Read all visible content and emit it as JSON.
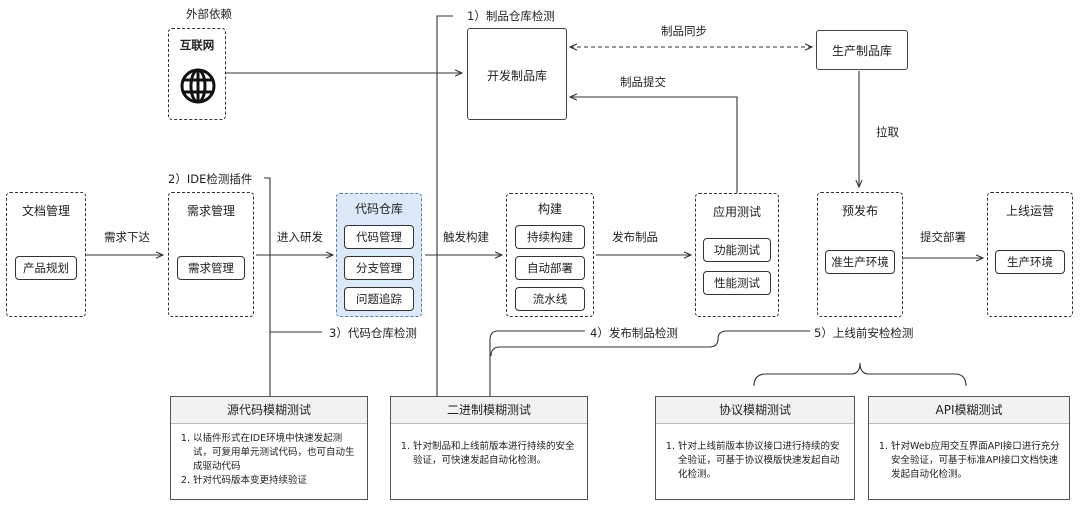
{
  "external": {
    "caption": "外部依赖",
    "title": "互联网",
    "icon": "globe-icon"
  },
  "dev_repo": {
    "title": "开发制品库"
  },
  "prod_repo": {
    "title": "生产制品库"
  },
  "docs": {
    "title": "文档管理",
    "item": "产品规划"
  },
  "requirements": {
    "title": "需求管理",
    "item": "需求管理"
  },
  "code_repo": {
    "title": "代码仓库",
    "items": [
      "代码管理",
      "分支管理",
      "问题追踪"
    ]
  },
  "build": {
    "title": "构建",
    "items": [
      "持续构建",
      "自动部署",
      "流水线"
    ]
  },
  "app_test": {
    "title": "应用测试",
    "items": [
      "功能测试",
      "性能测试"
    ]
  },
  "prerelease": {
    "title": "预发布",
    "item": "准生产环境"
  },
  "operations": {
    "title": "上线运营",
    "item": "生产环境"
  },
  "arrows": {
    "req_down": "需求下达",
    "enter_dev": "进入研发",
    "trigger_build": "触发构建",
    "publish": "发布制品",
    "submit_deploy": "提交部署",
    "artifact_sync": "制品同步",
    "artifact_submit": "制品提交",
    "pull": "拉取"
  },
  "checkpoints": {
    "c1": "1）制品仓库检测",
    "c2": "2）IDE检测插件",
    "c3": "3）代码仓库检测",
    "c4": "4）发布制品检测",
    "c5": "5）上线前安检检测"
  },
  "panels": [
    {
      "title": "源代码模糊测试",
      "items": [
        "以插件形式在IDE环境中快速发起测试，可复用单元测试代码，也可自动生成驱动代码",
        "针对代码版本变更持续验证"
      ]
    },
    {
      "title": "二进制模糊测试",
      "items": [
        "针对制品和上线前版本进行持续的安全验证，可快速发起自动化检测。"
      ]
    },
    {
      "title": "协议模糊测试",
      "items": [
        "针对上线前版本协议接口进行持续的安全验证，可基于协议模版快速发起自动化检测。"
      ]
    },
    {
      "title": "API模糊测试",
      "items": [
        "针对Web应用交互界面API接口进行充分安全验证，可基于标准API接口文档快速发起自动化检测。"
      ]
    }
  ],
  "colors": {
    "repo_fill": "#dce9f8",
    "line": "#333333"
  }
}
